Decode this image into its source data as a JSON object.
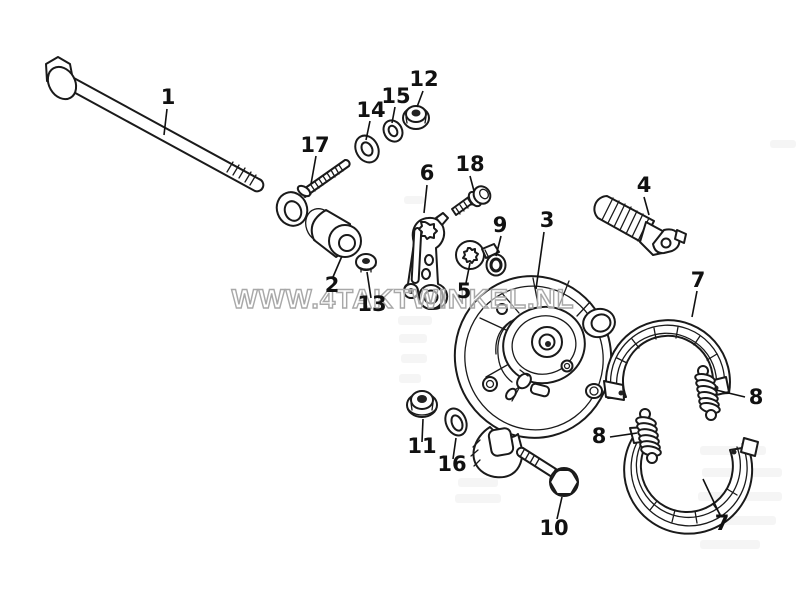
{
  "diagram": {
    "type": "exploded-parts-diagram",
    "background": "#ffffff",
    "line_color": "#1a1a1a"
  },
  "watermark": {
    "text": "WWW.4TAKTWINKEL.NL",
    "fill_color": "#ffffff",
    "outline_color": "#a8a8a8"
  },
  "labels": [
    {
      "text": "1"
    },
    {
      "text": "2"
    },
    {
      "text": "3"
    },
    {
      "text": "4"
    },
    {
      "text": "5"
    },
    {
      "text": "6"
    },
    {
      "text": "7"
    },
    {
      "text": "7"
    },
    {
      "text": "8"
    },
    {
      "text": "8"
    },
    {
      "text": "9"
    },
    {
      "text": "10"
    },
    {
      "text": "11"
    },
    {
      "text": "12"
    },
    {
      "text": "13"
    },
    {
      "text": "14"
    },
    {
      "text": "15"
    },
    {
      "text": "16"
    },
    {
      "text": "17"
    },
    {
      "text": "18"
    }
  ]
}
